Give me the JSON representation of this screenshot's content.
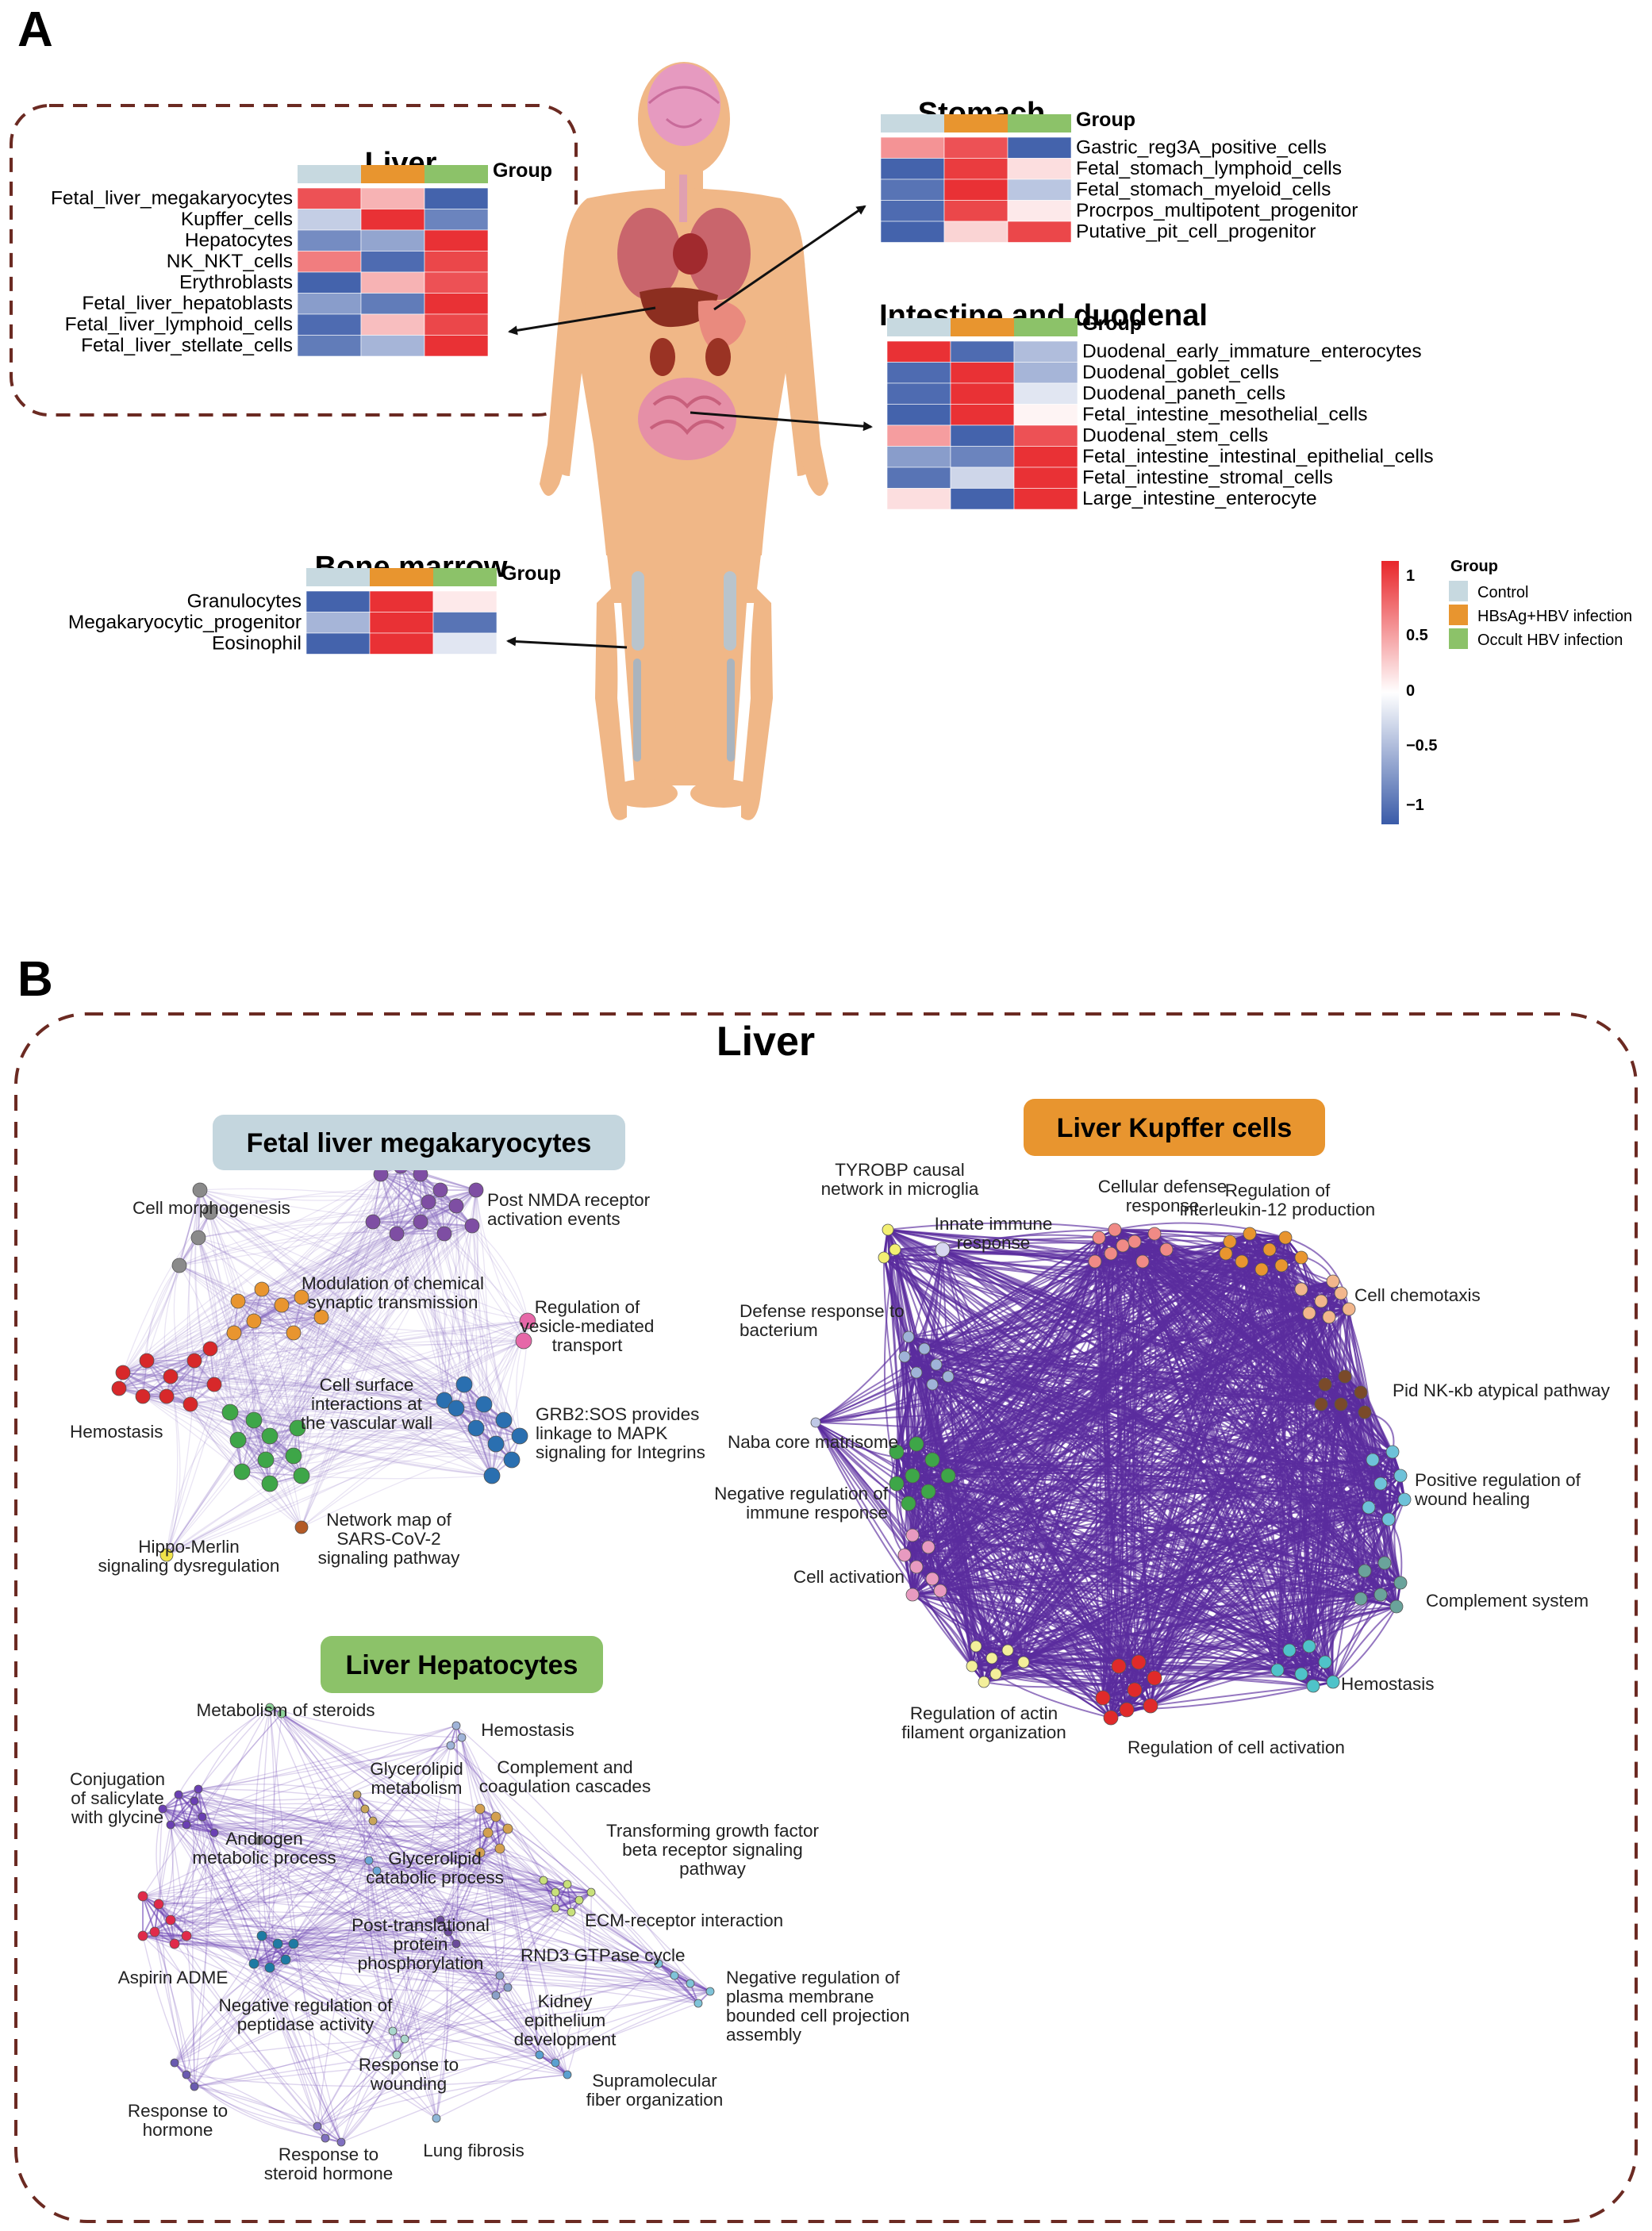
{
  "panel_a": {
    "letter": "A",
    "heatmaps": [
      {
        "id": "liver",
        "title": "Liver",
        "group_label": "Group",
        "rows": [
          "Fetal_liver_megakaryocytes",
          "Kupffer_cells",
          "Hepatocytes",
          "NK_NKT_cells",
          "Erythroblasts",
          "Fetal_liver_hepatoblasts",
          "Fetal_liver_lymphoid_cells",
          "Fetal_liver_stellate_cells"
        ],
        "values": [
          [
            0.8,
            0.35,
            -0.95
          ],
          [
            -0.3,
            0.95,
            -0.75
          ],
          [
            -0.7,
            -0.55,
            0.95
          ],
          [
            0.6,
            -0.9,
            0.85
          ],
          [
            -0.95,
            0.35,
            0.8
          ],
          [
            -0.6,
            -0.8,
            0.95
          ],
          [
            -0.9,
            0.3,
            0.85
          ],
          [
            -0.8,
            -0.45,
            0.95
          ]
        ]
      },
      {
        "id": "stomach",
        "title": "Stomach",
        "group_label": "Group",
        "rows": [
          "Gastric_reg3A_positive_cells",
          "Fetal_stomach_lymphoid_cells",
          "Fetal_stomach_myeloid_cells",
          "Procrpos_multipotent_progenitor",
          "Putative_pit_cell_progenitor"
        ],
        "values": [
          [
            0.5,
            0.8,
            -0.95
          ],
          [
            -0.95,
            0.9,
            0.15
          ],
          [
            -0.85,
            0.95,
            -0.35
          ],
          [
            -0.9,
            0.85,
            0.1
          ],
          [
            -0.95,
            0.2,
            0.85
          ]
        ]
      },
      {
        "id": "intestine",
        "title": "Intestine and duodenal",
        "group_label": "Group",
        "rows": [
          "Duodenal_early_immature_enterocytes",
          "Duodenal_goblet_cells",
          "Duodenal_paneth_cells",
          "Fetal_intestine_mesothelial_cells",
          "Duodenal_stem_cells",
          "Fetal_intestine_intestinal_epithelial_cells",
          "Fetal_intestine_stromal_cells",
          "Large_intestine_enterocyte"
        ],
        "values": [
          [
            0.95,
            -0.9,
            -0.4
          ],
          [
            -0.9,
            0.95,
            -0.45
          ],
          [
            -0.9,
            0.95,
            -0.15
          ],
          [
            -0.95,
            0.95,
            0.05
          ],
          [
            0.45,
            -0.95,
            0.8
          ],
          [
            -0.6,
            -0.75,
            0.95
          ],
          [
            -0.85,
            -0.25,
            0.95
          ],
          [
            0.15,
            -0.95,
            0.95
          ]
        ]
      },
      {
        "id": "bone_marrow",
        "title": "Bone marrow",
        "group_label": "Group",
        "rows": [
          "Granulocytes",
          "Megakaryocytic_progenitor",
          "Eosinophil"
        ],
        "values": [
          [
            -0.95,
            0.95,
            0.1
          ],
          [
            -0.45,
            0.95,
            -0.85
          ],
          [
            -0.95,
            0.95,
            -0.15
          ]
        ]
      }
    ],
    "legend": {
      "title": "Group",
      "items": [
        {
          "label": "Control",
          "color": "#c7d9e0"
        },
        {
          "label": "HBsAg+HBV infection",
          "color": "#e8952f"
        },
        {
          "label": "Occult HBV infection",
          "color": "#8cc269"
        }
      ]
    },
    "colorbar": {
      "ticks": [
        "1",
        "0.5",
        "0",
        "−0.5",
        "−1"
      ],
      "high_color": "#e8262a",
      "mid_color": "#ffffff",
      "low_color": "#3a5ba8"
    }
  },
  "panel_b": {
    "letter": "B",
    "title": "Liver",
    "networks": [
      {
        "id": "megakaryocytes",
        "title": "Fetal liver megakaryocytes",
        "title_bg": "#c4d6de",
        "labels": [
          [
            "Cell morphogenesis"
          ],
          [
            "Post NMDA receptor",
            "activation events"
          ],
          [
            "Modulation of chemical",
            "synaptic transmission"
          ],
          [
            "Regulation of",
            "vesicle-mediated",
            "transport"
          ],
          [
            "Cell surface",
            "interactions at",
            "the vascular wall"
          ],
          [
            "GRB2:SOS provides",
            "linkage to MAPK",
            "signaling for Integrins"
          ],
          [
            "Hemostasis"
          ],
          [
            "Network map of",
            "SARS-CoV-2",
            "signaling pathway"
          ],
          [
            "Hippo-Merlin",
            "signaling dysregulation"
          ]
        ]
      },
      {
        "id": "kupffer",
        "title": "Liver Kupffer cells",
        "title_bg": "#e8952f",
        "labels": [
          [
            "TYROBP causal",
            "network in microglia"
          ],
          [
            "Cellular defense",
            "response"
          ],
          [
            "Regulation of",
            "interleukin-12 production"
          ],
          [
            "Innate immune",
            "response"
          ],
          [
            "Cell chemotaxis"
          ],
          [
            "Defense response to",
            "bacterium"
          ],
          [
            "Pid NK-κb atypical pathway"
          ],
          [
            "Naba core matrisome"
          ],
          [
            "Negative regulation of",
            "immune response"
          ],
          [
            "Positive regulation of",
            "wound healing"
          ],
          [
            "Cell activation"
          ],
          [
            "Complement system"
          ],
          [
            "Hemostasis"
          ],
          [
            "Regulation of actin",
            "filament organization"
          ],
          [
            "Regulation of cell activation"
          ]
        ]
      },
      {
        "id": "hepatocytes",
        "title": "Liver Hepatocytes",
        "title_bg": "#8cc269",
        "labels": [
          [
            "Metabolism of steroids"
          ],
          [
            "Hemostasis"
          ],
          [
            "Conjugation",
            "of salicylate",
            "with glycine"
          ],
          [
            "Glycerolipid",
            "metabolism"
          ],
          [
            "Complement and",
            "coagulation cascades"
          ],
          [
            "Androgen",
            "metabolic process"
          ],
          [
            "Glycerolipid",
            "catabolic process"
          ],
          [
            "Transforming growth factor",
            "beta receptor signaling",
            "pathway"
          ],
          [
            "ECM-receptor interaction"
          ],
          [
            "Post-translational",
            "protein",
            "phosphorylation"
          ],
          [
            "RND3 GTPase cycle"
          ],
          [
            "Aspirin ADME"
          ],
          [
            "Negative regulation of",
            "peptidase activity"
          ],
          [
            "Kidney",
            "epithelium",
            "development"
          ],
          [
            "Negative regulation of",
            "plasma membrane",
            "bounded cell projection",
            "assembly"
          ],
          [
            "Response to",
            "wounding"
          ],
          [
            "Supramolecular",
            "fiber organization"
          ],
          [
            "Response to",
            "hormone"
          ],
          [
            "Response to",
            "steroid hormone"
          ],
          [
            "Lung fibrosis"
          ]
        ]
      }
    ]
  }
}
